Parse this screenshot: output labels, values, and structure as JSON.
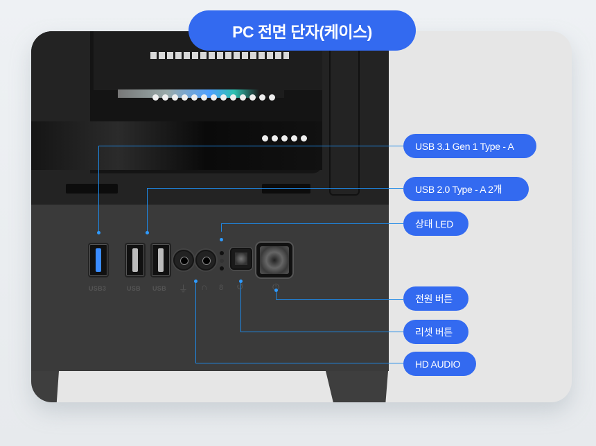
{
  "title": "PC 전면 단자(케이스)",
  "callouts": [
    {
      "id": "usb31",
      "label": "USB 3.1 Gen 1 Type - A"
    },
    {
      "id": "usb20",
      "label": "USB 2.0 Type - A 2개"
    },
    {
      "id": "led",
      "label": "상태 LED"
    },
    {
      "id": "power",
      "label": "전원 버튼"
    },
    {
      "id": "reset",
      "label": "리셋 버튼"
    },
    {
      "id": "audio",
      "label": "HD AUDIO"
    }
  ],
  "port_labels": {
    "usb3": "USB3",
    "usb_a": "USB",
    "usb_b": "USB"
  },
  "port_glyphs": {
    "mic": "⏚",
    "headphone": "∩",
    "hdd": "8",
    "reset": "↺",
    "power": "⏻"
  },
  "colors": {
    "accent": "#336af0",
    "line": "#1e88e5",
    "case": "#3a3a3a",
    "card": "#e6e6e6"
  }
}
